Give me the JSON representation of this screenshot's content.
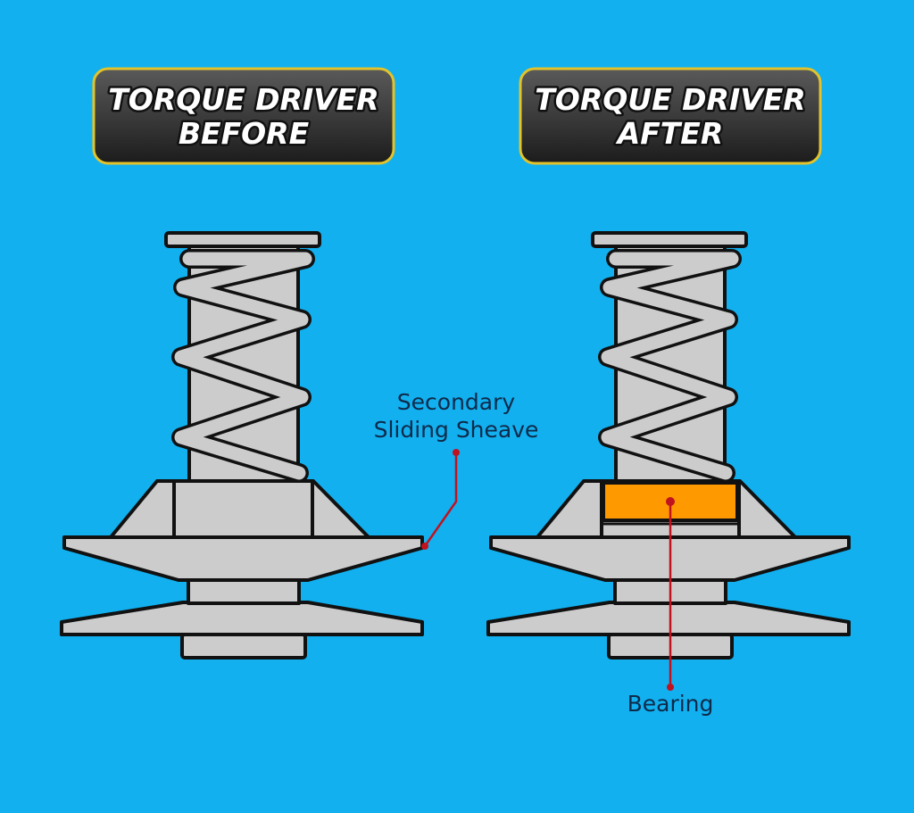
{
  "panels": [
    {
      "title_line1": "TORQUE DRIVER",
      "title_line2": "BEFORE"
    },
    {
      "title_line1": "TORQUE DRIVER",
      "title_line2": "AFTER"
    }
  ],
  "callouts": {
    "sheave_line1": "Secondary",
    "sheave_line2": "Sliding Sheave",
    "bearing": "Bearing"
  },
  "colors": {
    "background": "#12b0ef",
    "part_fill": "#cccccc",
    "outline": "#111111",
    "bearing": "#ff9900",
    "leader": "#c1121f",
    "badge_border": "#e2c32b"
  }
}
